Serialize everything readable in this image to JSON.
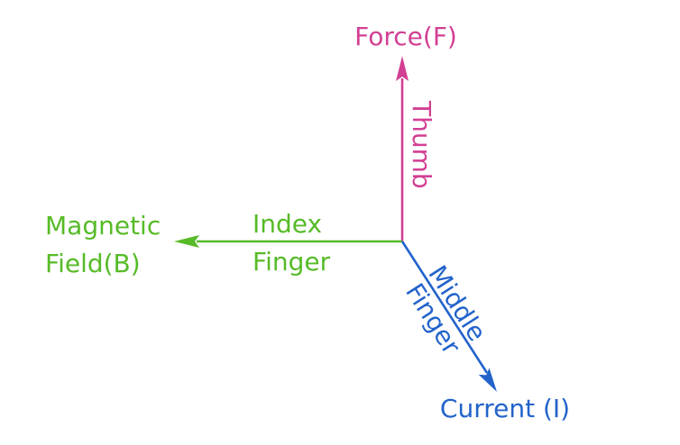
{
  "diagram": {
    "background_color": "#ffffff",
    "arrows": {
      "force": {
        "label": "Force(F)",
        "finger_label": "Thumb",
        "direction": "up",
        "color": "#d23f93"
      },
      "magnetic_field": {
        "label_line1": "Magnetic",
        "label_line2": "Field(B)",
        "finger_label_line1": "Index",
        "finger_label_line2": "Finger",
        "direction": "left",
        "color": "#56bb27"
      },
      "current": {
        "label": "Current (I)",
        "finger_label_line1": "Middle",
        "finger_label_line2": "Finger",
        "direction": "down-right",
        "color": "#2263cb"
      }
    }
  }
}
